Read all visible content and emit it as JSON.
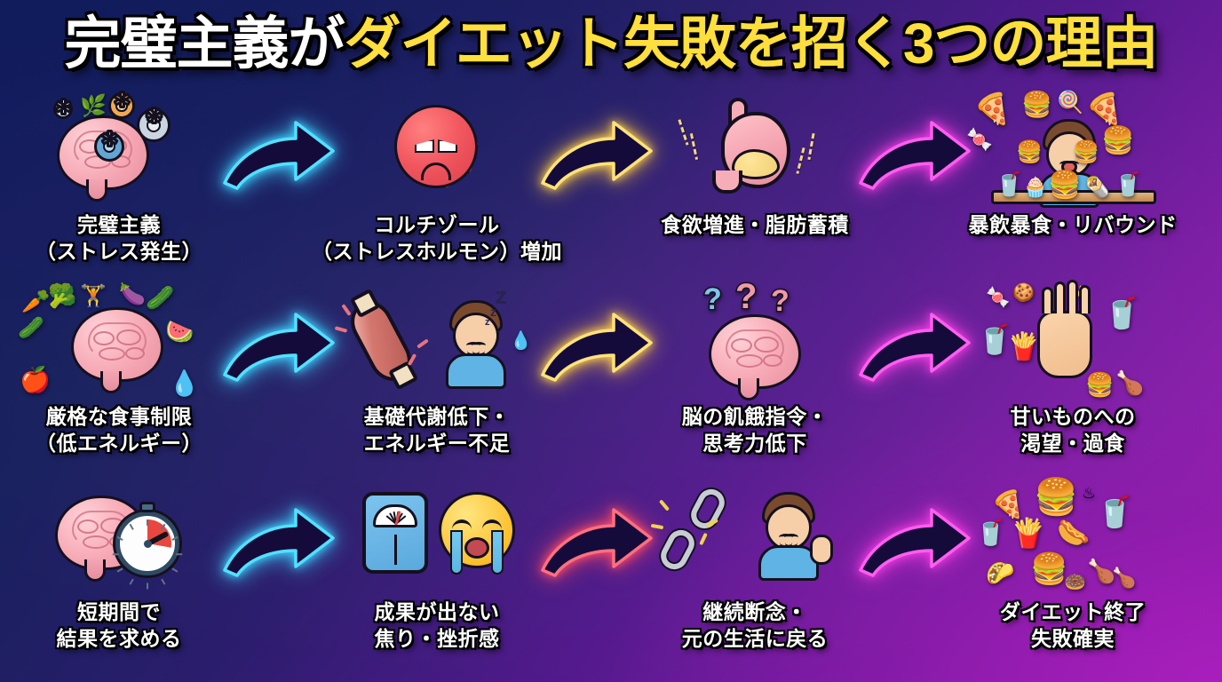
{
  "title": {
    "part_white": "完璧主義が",
    "part_yellow": "ダイエット失敗を招く3つの理由",
    "full": "完璧主義がダイエット失敗を招く3つの理由"
  },
  "colors": {
    "background_start": "#101b55",
    "background_end": "#a01fb4",
    "title_white": "#ffffff",
    "title_yellow": "#ffdf3d",
    "caption_text": "#ffffff",
    "arrow_fill": "#140b3a",
    "arrow_cyan": "#53e0ff",
    "arrow_gold": "#ffe27a",
    "arrow_magenta": "#ff5ef0",
    "arrow_red": "#ff6f80"
  },
  "rows": [
    {
      "id": "row-stress",
      "nodes": [
        {
          "caption": "完璧主義\n（ストレス発生）",
          "icon": "brain-with-gears-icon"
        },
        {
          "caption": "コルチゾール\n（ストレスホルモン）増加",
          "icon": "angry-virus-hormone-icon"
        },
        {
          "caption": "食欲増進・脂肪蓄積",
          "icon": "stomach-with-fat-icon"
        },
        {
          "caption": "暴飲暴食・リバウンド",
          "icon": "binge-eating-person-icon"
        }
      ],
      "arrows": [
        {
          "color": "cyan",
          "name": "arrow-cyan"
        },
        {
          "color": "gold",
          "name": "arrow-gold"
        },
        {
          "color": "magenta",
          "name": "arrow-magenta"
        }
      ]
    },
    {
      "id": "row-restriction",
      "nodes": [
        {
          "caption": "厳格な食事制限\n（低エネルギー）",
          "icon": "brain-with-healthy-food-icon"
        },
        {
          "caption": "基礎代謝低下・\nエネルギー不足",
          "icon": "muscle-and-tired-person-icon"
        },
        {
          "caption": "脳の飢餓指令・\n思考力低下",
          "icon": "brain-with-question-marks-icon"
        },
        {
          "caption": "甘いものへの\n渇望・過食",
          "icon": "hand-reaching-junk-food-icon"
        }
      ],
      "arrows": [
        {
          "color": "cyan",
          "name": "arrow-cyan"
        },
        {
          "color": "gold",
          "name": "arrow-gold"
        },
        {
          "color": "magenta",
          "name": "arrow-magenta"
        }
      ]
    },
    {
      "id": "row-impatience",
      "nodes": [
        {
          "caption": "短期間で\n結果を求める",
          "icon": "brain-with-stopwatch-icon"
        },
        {
          "caption": "成果が出ない\n焦り・挫折感",
          "icon": "scale-and-crying-face-icon"
        },
        {
          "caption": "継続断念・\n元の生活に戻る",
          "icon": "broken-chain-and-sad-person-icon"
        },
        {
          "caption": "ダイエット終了\n失敗確実",
          "icon": "junk-food-pile-icon"
        }
      ],
      "arrows": [
        {
          "color": "cyan",
          "name": "arrow-cyan"
        },
        {
          "color": "red",
          "name": "arrow-red"
        },
        {
          "color": "magenta",
          "name": "arrow-magenta"
        }
      ]
    }
  ]
}
